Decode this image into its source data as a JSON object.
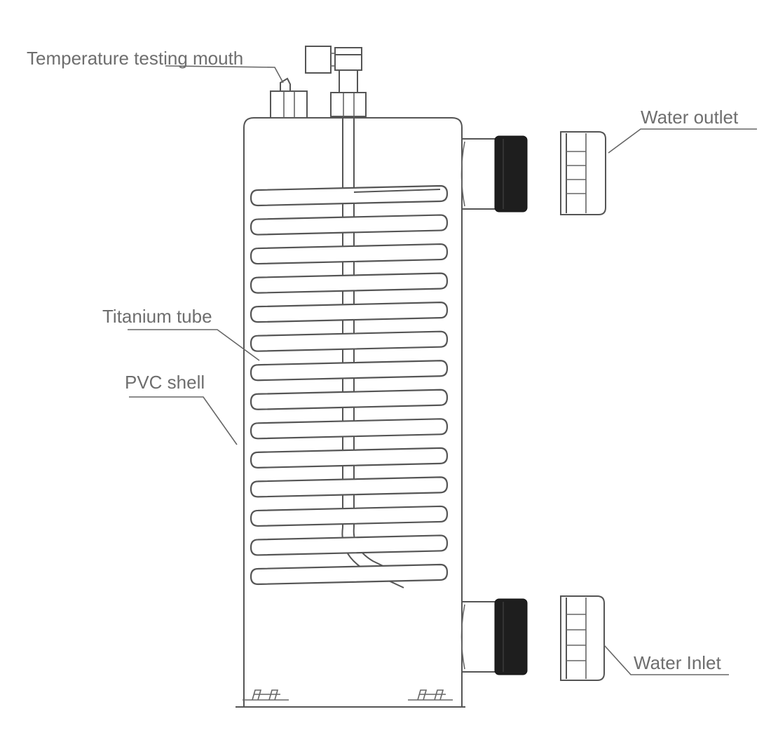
{
  "labels": {
    "temperature_testing_mouth": "Temperature testing mouth",
    "water_outlet": "Water outlet",
    "titanium_tube": "Titanium tube",
    "pvc_shell": "PVC shell",
    "water_inlet": "Water Inlet"
  },
  "colors": {
    "line": "#555555",
    "label_text": "#6e6e6e",
    "nut": "#1e1e1e",
    "background": "#ffffff"
  },
  "coil_turns": 14
}
